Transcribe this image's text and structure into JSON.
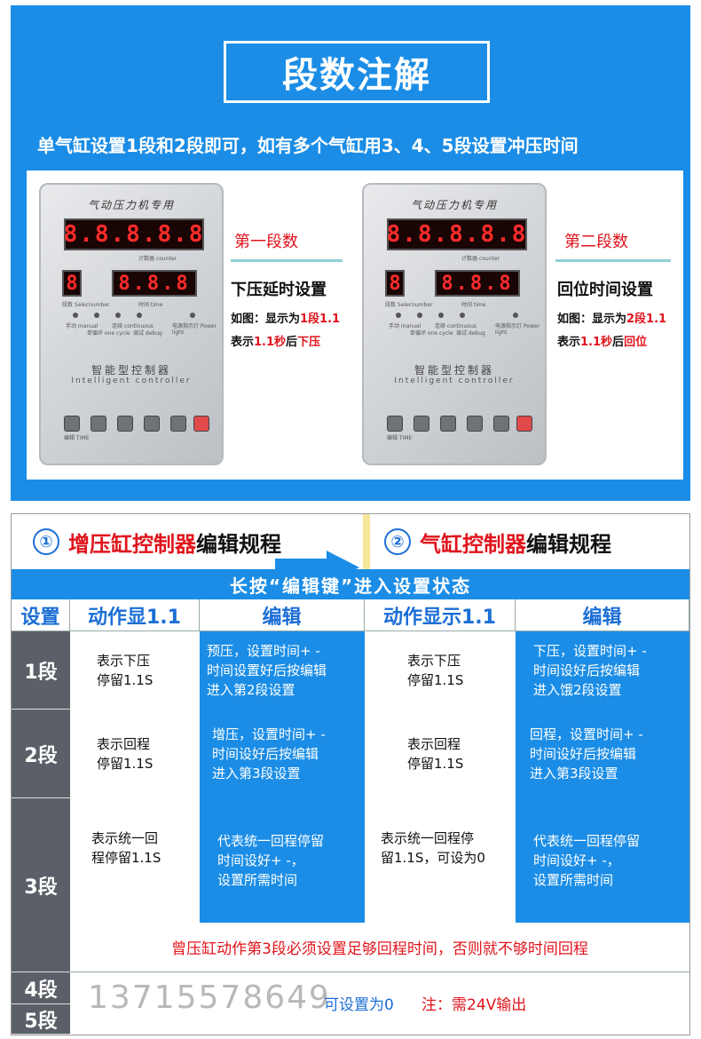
{
  "banner": {
    "title": "段数注解",
    "subtitle": "单气缸设置1段和2段即可，如有多个气缸用3、4、5段设置冲压时间"
  },
  "devices": [
    {
      "header_text": "气动压力机专用",
      "display_main": "8.8.8.8.8",
      "display_counter_label": "计数器 counter",
      "display_seg": "8",
      "display_time": "8.8.8",
      "seg_label": "段数 Selecnumber",
      "time_label": "时间 time",
      "indicator_labels": [
        "手动 manual",
        "单循环 one cycle",
        "连续 continuous",
        "调试 debug",
        "电源指示灯 Power light"
      ],
      "brand": "智能型控制器",
      "brand_en": "Intelligent controller",
      "key_label": "编辑 TIME"
    },
    {
      "header_text": "气动压力机专用",
      "display_main": "8.8.8.8.8",
      "display_counter_label": "计数器 counter",
      "display_seg": "8",
      "display_time": "8.8.8",
      "seg_label": "段数 Selecnumber",
      "time_label": "时间 time",
      "indicator_labels": [
        "手动 manual",
        "单循环 one cycle",
        "连续 continuous",
        "调试 debug",
        "电源指示灯 Power light"
      ],
      "brand": "智能型控制器",
      "brand_en": "Intelligent controller",
      "key_label": "编辑 TIME"
    }
  ],
  "annotations": [
    {
      "heading": "第一段数",
      "setting": "下压延时设置",
      "line1_a": "如图：显示为",
      "line1_b": "1段1.1",
      "line2_a": "表示",
      "line2_b": "1.1秒",
      "line2_c": "后",
      "line2_d": "下压"
    },
    {
      "heading": "第二段数",
      "setting": "回位时间设置",
      "line1_a": "如图：显示为",
      "line1_b": "2段1.1",
      "line2_a": "表示",
      "line2_b": "1.1秒",
      "line2_c": "后",
      "line2_d": "回位"
    }
  ],
  "colors": {
    "blue": "#1b8de6",
    "red": "#e0141c",
    "grey": "#5b6068"
  },
  "table": {
    "left_header": {
      "num": "①",
      "red": "增压缸控制器",
      "black": "编辑规程"
    },
    "right_header": {
      "num": "②",
      "red": "气缸控制器",
      "black": "编辑规程"
    },
    "band": "长按“编辑键”进入设置状态",
    "col_headers": [
      "设置",
      "动作显1.1",
      "编辑",
      "动作显示1.1",
      "编辑"
    ],
    "rows": [
      {
        "label": "1段",
        "a": "表示下压\n停留1.1S",
        "b": "预压，设置时间+ -\n时间设置好后按编辑\n进入第2段设置",
        "c": "表示下压\n停留1.1S",
        "d": "下压，设置时间+ -\n时间设好后按编辑\n进入饿2段设置"
      },
      {
        "label": "2段",
        "a": "表示回程\n停留1.1S",
        "b": "增压，设置时间+ -\n时间设好后按编辑\n进入第3段设置",
        "c": "表示回程\n停留1.1S",
        "d": "回程，设置时间+ -\n时间设好后按编辑\n进入第3段设置"
      },
      {
        "label": "3段",
        "a": "表示统一回\n程停留1.1S",
        "b": "代表统一回程停留\n时间设好+ -，\n设置所需时间",
        "c": "表示统一回程停\n留1.1S，可设为0",
        "d": "代表统一回程停留\n时间设好+ -，\n设置所需时间"
      }
    ],
    "note": "曾压缸动作第3段必须设置足够回程时间，否则就不够时间回程",
    "row4_label": "4段",
    "row5_label": "5段",
    "phone": "13715578649",
    "footer_blue": "可设置为0",
    "footer_red": "注：需24V输出"
  }
}
